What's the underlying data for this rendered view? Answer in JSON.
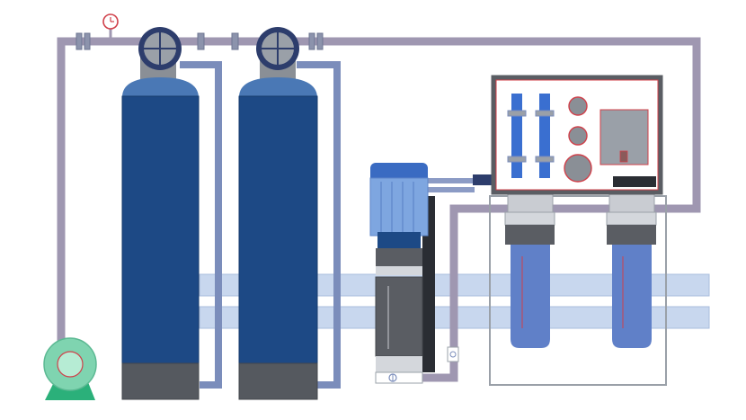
{
  "diagram": {
    "kind": "water treatment equipment illustration",
    "components": {
      "pump": {
        "icon": "centrifugal-pump-icon"
      },
      "pressure_gauge": {
        "icon": "pressure-gauge-icon"
      },
      "filter_tanks": {
        "count": 2,
        "icon": "filter-tank-icon"
      },
      "booster_pump": {
        "icon": "motor-pump-icon"
      },
      "control_panel": {
        "icon": "control-panel-icon",
        "flowmeters": 2,
        "gauges": 3
      },
      "membrane_housings": {
        "count": 2,
        "icon": "membrane-housing-icon"
      }
    },
    "colors": {
      "pipe": "#9f97b1",
      "pipe_blue": "#7b8dbb",
      "tank_body": "#1d4985",
      "tank_top": "#4a78b5",
      "tank_base": "#55595f",
      "gauge_ring": "#2d3d6c",
      "gauge_face": "#9aa0a8",
      "pump_green": "#7fd4b0",
      "pump_base": "#2bb07a",
      "motor_blue": "#3a6bc2",
      "panel_border": "#5a5d63",
      "flow_tube": "#3a6fd0",
      "light_pipe": "#c8d7ee",
      "housing_blue": "#6080c8",
      "accent_red": "#d0404a"
    }
  }
}
